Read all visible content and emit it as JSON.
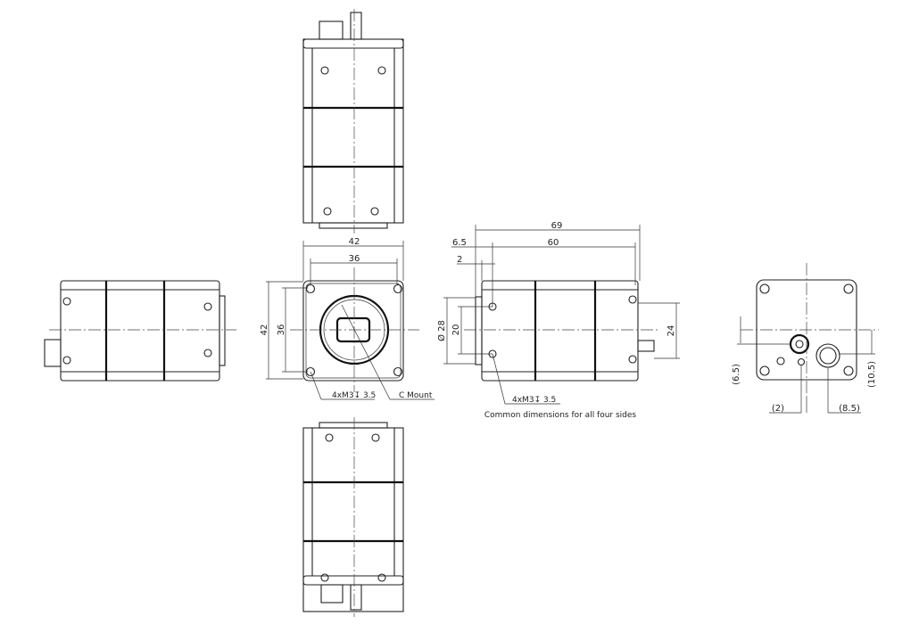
{
  "drawing": {
    "front_view": {
      "width_outer": "42",
      "width_holes": "36",
      "height_outer": "42",
      "height_holes": "36",
      "screw_callout": "4xM3↧ 3.5",
      "mount_callout": "C Mount"
    },
    "side_view": {
      "total_length": "69",
      "body_length": "60",
      "mount_offset": "6.5",
      "flange_offset": "2",
      "mount_diameter": "Ø 28",
      "hole_spacing": "20",
      "rear_hole_spacing": "24",
      "screw_callout": "4xM3↧ 3.5",
      "note": "Common dimensions for all four sides"
    },
    "rear_view": {
      "left_vertical": "(6.5)",
      "right_vertical": "(10.5)",
      "bottom_left": "(2)",
      "bottom_right": "(8.5)"
    }
  }
}
